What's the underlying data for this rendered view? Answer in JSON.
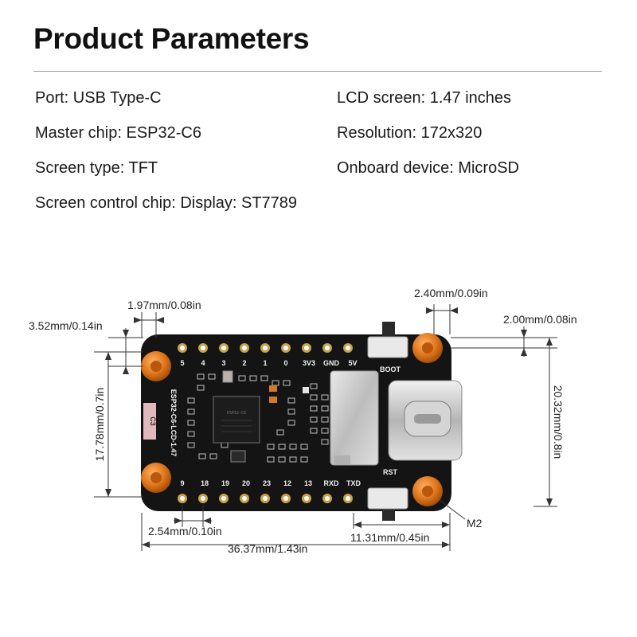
{
  "header": {
    "title": "Product Parameters"
  },
  "params": {
    "port": "Port: USB Type-C",
    "lcd_screen": "LCD screen: 1.47 inches",
    "master_chip": "Master chip: ESP32-C6",
    "resolution": "Resolution: 172x320",
    "screen_type": "Screen type: TFT",
    "onboard_device": "Onboard device: MicroSD",
    "control_chip": "Screen control chip: Display: ST7789"
  },
  "dimensions": {
    "pin_offset": "1.97mm/0.08in",
    "hole_edge_left": "3.52mm/0.14in",
    "hole_vertical": "17.78mm/0.7in",
    "pin_pitch": "2.54mm/0.10in",
    "total_length": "36.37mm/1.43in",
    "usb_width": "2.40mm/0.09in",
    "hole_edge_right": "2.00mm/0.08in",
    "board_height": "20.32mm/0.8in",
    "right_section": "11.31mm/0.45in",
    "mount_hole": "M2"
  },
  "board": {
    "top_pins": [
      "5",
      "4",
      "3",
      "2",
      "1",
      "0",
      "3V3",
      "GND",
      "5V"
    ],
    "bottom_pins": [
      "9",
      "18",
      "19",
      "20",
      "23",
      "12",
      "13",
      "RXD",
      "TXD"
    ],
    "button_top": "BOOT",
    "button_bottom": "RST",
    "model_label": "ESP32-C6-LCD-1.47",
    "chip_text": "ESP32-C6",
    "indicator": "C3"
  },
  "colors": {
    "pcb": "#141414",
    "pad": "#c9a24b",
    "standoff": "#e0781c",
    "silkscreen": "#f2f2f2",
    "shield": "#cfcfcf"
  }
}
